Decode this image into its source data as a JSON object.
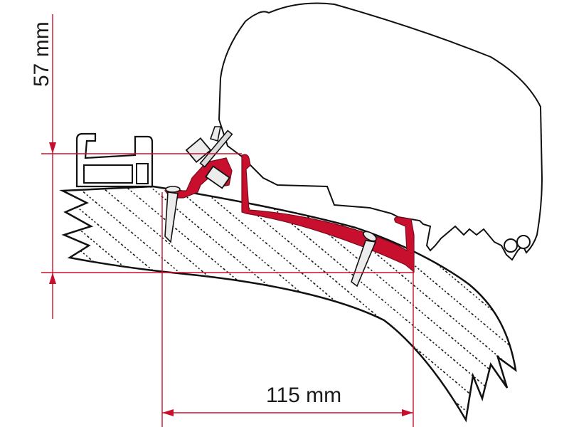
{
  "diagram": {
    "type": "technical-cross-section",
    "subject": "awning adapter profile mounted on curved roof",
    "colors": {
      "accent": "#c8102e",
      "outline": "#111111",
      "hatch": "#111111",
      "part_fill": "#ececec",
      "background": "#ffffff"
    },
    "dimensions": {
      "height": {
        "label": "57 mm",
        "orientation": "vertical"
      },
      "width": {
        "label": "115 mm",
        "orientation": "horizontal"
      }
    },
    "parts": [
      {
        "id": "awning-housing",
        "label": "Awning cassette housing"
      },
      {
        "id": "adapter-profile",
        "label": "Red adapter rail"
      },
      {
        "id": "left-rail",
        "label": "Existing mounting rail"
      },
      {
        "id": "bolt-assembly",
        "label": "Bolt and nut clamp"
      },
      {
        "id": "screw-left",
        "label": "Fixing screw"
      },
      {
        "id": "screw-right",
        "label": "Fixing screw"
      },
      {
        "id": "roof-section",
        "label": "Hatched roof/wall section"
      }
    ]
  }
}
